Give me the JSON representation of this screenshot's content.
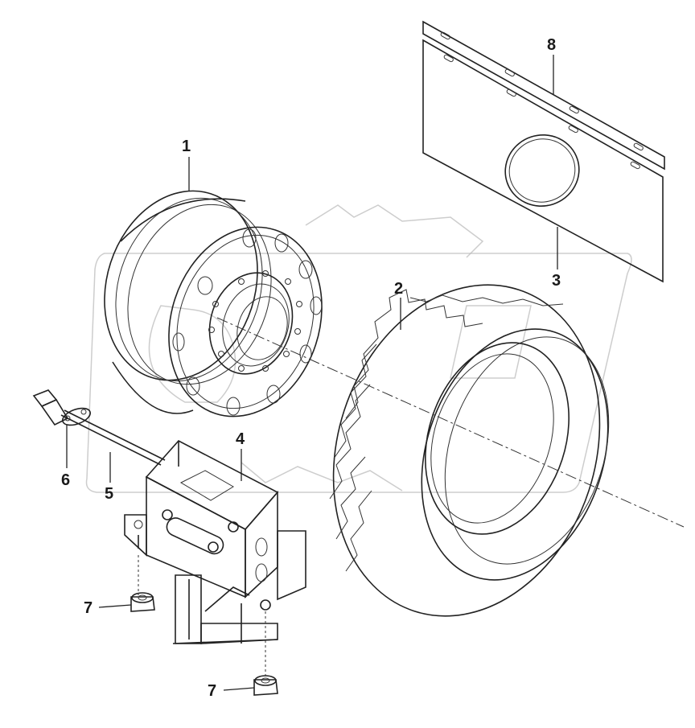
{
  "callouts": {
    "c1": "1",
    "c2": "2",
    "c3": "3",
    "c4": "4",
    "c5": "5",
    "c6": "6",
    "c7a": "7",
    "c7b": "7",
    "c8": "8"
  },
  "parts": {
    "wheel_rim": "wheel-rim",
    "tire": "tire",
    "mud_flap": "mud-flap",
    "spare_wheel_carrier": "spare-wheel-carrier-bracket",
    "crank_rod": "crank-rod",
    "rod_end": "rod-end",
    "flange_nut": "flange-nut",
    "mud_flap_strip": "mud-flap-mounting-strip"
  },
  "colors": {
    "line": "#222222",
    "watermark": "#b8b8b8",
    "background": "#ffffff"
  }
}
